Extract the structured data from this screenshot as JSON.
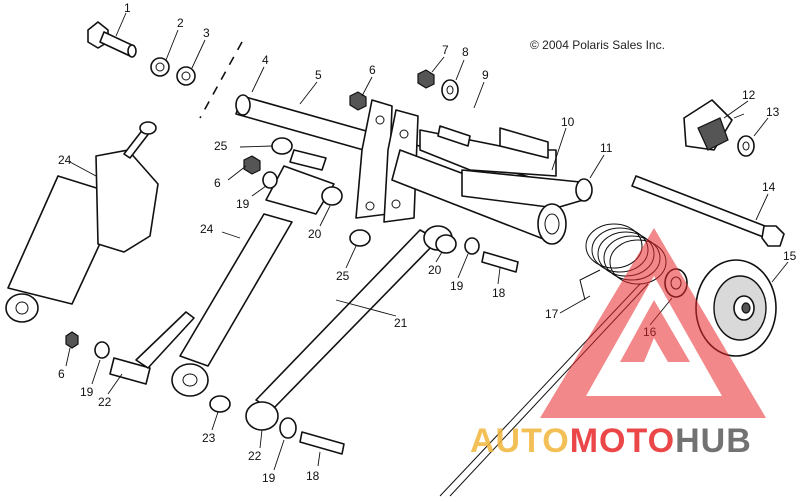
{
  "diagram": {
    "copyright": "© 2004 Polaris Sales Inc.",
    "callouts": [
      "1",
      "2",
      "3",
      "4",
      "5",
      "6",
      "7",
      "8",
      "9",
      "10",
      "11",
      "12",
      "13",
      "14",
      "15",
      "16",
      "17",
      "18",
      "19",
      "20",
      "21",
      "22",
      "23",
      "24",
      "25"
    ]
  },
  "watermark": {
    "brand_auto": "AUTO",
    "brand_moto": "MOTO",
    "brand_hub": "HUB",
    "color_triangle": "#e8272a",
    "color_auto": "#f2b63c",
    "color_moto": "#e8272a",
    "color_hub": "#5a5a5a"
  }
}
